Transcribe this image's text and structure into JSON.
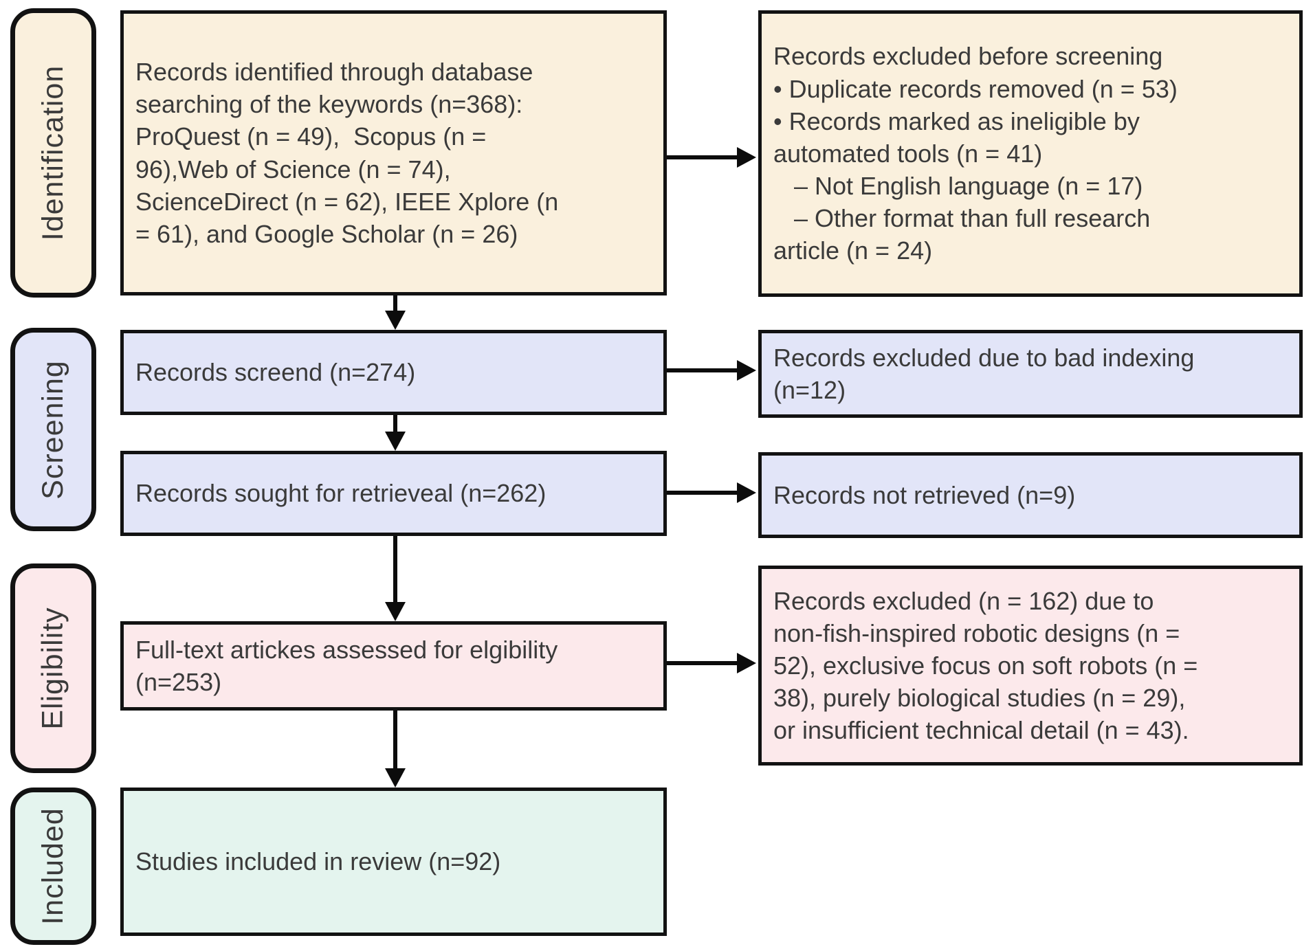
{
  "stage_labels": {
    "identification": "Identification",
    "screening": "Screening",
    "eligibility": "Eligibility",
    "included": "Included"
  },
  "boxes": {
    "identified": "Records identified through database\nsearching of the keywords (n=368):\nProQuest (n = 49),  Scopus (n =\n96),Web of Science (n = 74),\nScienceDirect (n = 62), IEEE Xplore (n\n= 61), and Google Scholar (n = 26)",
    "excluded_before_screening": "Records excluded before screening\n• Duplicate records removed (n = 53)\n• Records marked as ineligible by\nautomated tools (n = 41)\n   – Not English language (n = 17)\n   – Other format than full research\narticle (n = 24)",
    "screened": "Records screend (n=274)",
    "excluded_bad_indexing": "Records excluded due to bad indexing\n(n=12)",
    "sought_retrieval": "Records sought for retrieveal (n=262)",
    "not_retrieved": "Records not retrieved (n=9)",
    "fulltext_assessed": "Full-text artickes assessed for elgibility\n(n=253)",
    "excluded_eligibility": "Records excluded (n = 162) due to\nnon-fish-inspired robotic designs (n =\n52), exclusive focus on soft robots (n =\n38), purely biological studies (n = 29),\nor insufficient technical detail (n = 43).",
    "included_studies": "Studies included in review (n=92)"
  },
  "colors": {
    "identification_fill": "#faf0dd",
    "screening_fill": "#e2e5f8",
    "eligibility_fill": "#fce9eb",
    "included_fill": "#e4f4ee",
    "border": "#121212",
    "text": "#3a3a3a"
  }
}
